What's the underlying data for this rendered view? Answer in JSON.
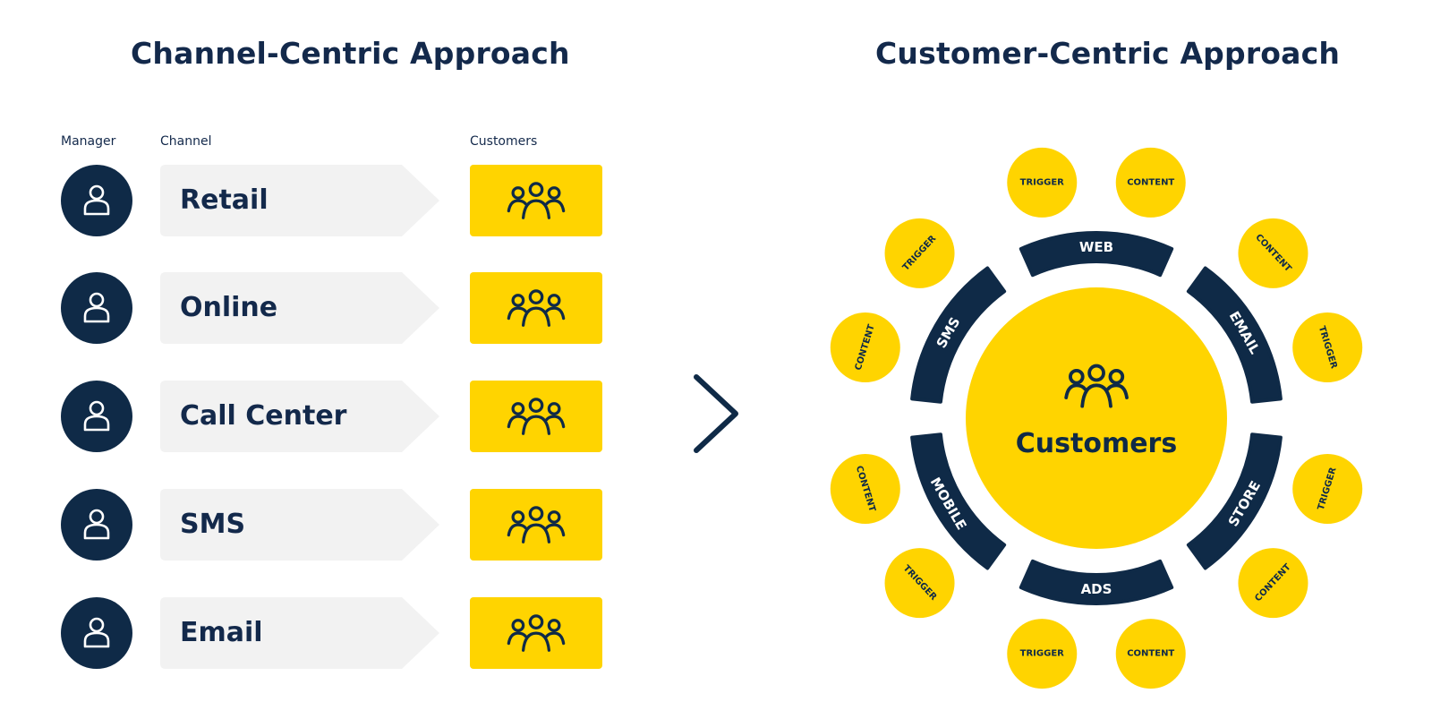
{
  "colors": {
    "navy": "#0f2a47",
    "yellow": "#ffd400",
    "light_gray": "#f2f2f2",
    "white": "#ffffff"
  },
  "left": {
    "title": "Channel-Centric Approach",
    "headers": {
      "manager": "Manager",
      "channel": "Channel",
      "customers": "Customers"
    },
    "rows": [
      {
        "channel": "Retail",
        "manager_icon": "person-icon",
        "customers_icon": "group-icon"
      },
      {
        "channel": "Online",
        "manager_icon": "person-icon",
        "customers_icon": "group-icon"
      },
      {
        "channel": "Call Center",
        "manager_icon": "person-icon",
        "customers_icon": "group-icon"
      },
      {
        "channel": "SMS",
        "manager_icon": "person-icon",
        "customers_icon": "group-icon"
      },
      {
        "channel": "Email",
        "manager_icon": "person-icon",
        "customers_icon": "group-icon"
      }
    ]
  },
  "transition_icon": "chevron-right-icon",
  "right": {
    "title": "Customer-Centric Approach",
    "center_label": "Customers",
    "center_icon": "group-icon",
    "segments": [
      {
        "label": "WEB",
        "bubbles": [
          "TRIGGER",
          "CONTENT"
        ]
      },
      {
        "label": "EMAIL",
        "bubbles": [
          "CONTENT",
          "TRIGGER"
        ]
      },
      {
        "label": "STORE",
        "bubbles": [
          "TRIGGER",
          "CONTENT"
        ]
      },
      {
        "label": "ADS",
        "bubbles": [
          "CONTENT",
          "TRIGGER"
        ]
      },
      {
        "label": "MOBILE",
        "bubbles": [
          "TRIGGER",
          "CONTENT"
        ]
      },
      {
        "label": "SMS",
        "bubbles": [
          "CONTENT",
          "TRIGGER"
        ]
      }
    ]
  }
}
